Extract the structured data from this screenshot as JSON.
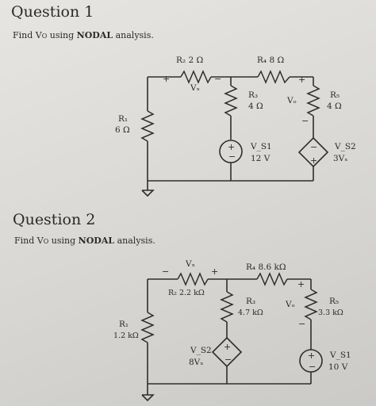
{
  "q1": {
    "title": "Question 1",
    "prompt_pre": "Find V",
    "prompt_sub": "O",
    "prompt_mid": " using ",
    "prompt_bold": "NODAL",
    "prompt_post": " analysis.",
    "r2_label": "R₂  2 Ω",
    "r4_label": "R₄  8 Ω",
    "vx_label": "Vₓ",
    "r3_name": "R₃",
    "r3_value": "4 Ω",
    "r5_name": "R₅",
    "r5_value": "4 Ω",
    "r1_name": "R₁",
    "r1_value": "6 Ω",
    "vo_label": "Vₒ",
    "vs1_name": "V_S1",
    "vs1_value": "12 V",
    "vs2_name": "V_S2",
    "vs2_value": "3Vₓ",
    "plus": "+",
    "minus": "−"
  },
  "q2": {
    "title": "Question 2",
    "prompt_pre": "Find V",
    "prompt_sub": "O",
    "prompt_mid": " using ",
    "prompt_bold": "NODAL",
    "prompt_post": " analysis.",
    "vx_label": "Vₓ",
    "r2_label": "R₂  2.2 kΩ",
    "r4_label": "R₄  8.6 kΩ",
    "r3_name": "R₃",
    "r3_value": "4.7 kΩ",
    "r5_name": "R₅",
    "r5_value": "3.3 kΩ",
    "r1_name": "R₁",
    "r1_value": "1.2 kΩ",
    "vo_label": "Vₒ",
    "vs2_name": "V_S2",
    "vs2_value": "8Vₓ",
    "vs1_name": "V_S1",
    "vs1_value": "10 V",
    "plus": "+",
    "minus": "−"
  }
}
